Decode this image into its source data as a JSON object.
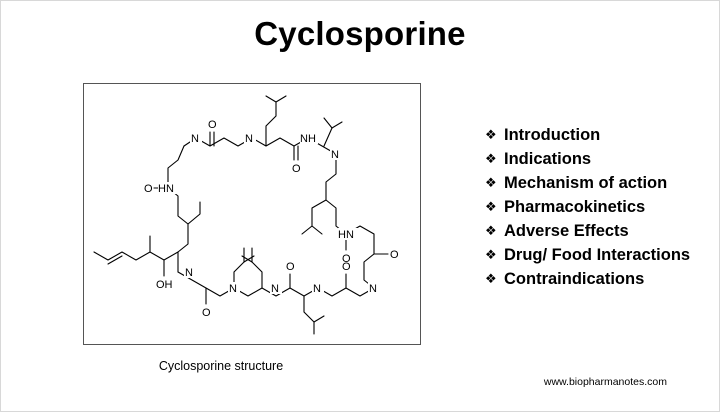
{
  "slide": {
    "title": "Cyclosporine",
    "caption": "Cyclosporine structure",
    "website": "www.biopharmanotes.com"
  },
  "topics": {
    "bullet_icon": "diamond-bullet-icon",
    "items": [
      {
        "label": "Introduction"
      },
      {
        "label": "Indications"
      },
      {
        "label": "Mechanism of action"
      },
      {
        "label": "Pharmacokinetics"
      },
      {
        "label": "Adverse Effects"
      },
      {
        "label": "Drug/ Food Interactions"
      },
      {
        "label": "Contraindications"
      }
    ]
  },
  "structure": {
    "atom_labels": {
      "n": "N",
      "nh": "NH",
      "hn": "HN",
      "o": "O",
      "oh": "OH"
    }
  }
}
